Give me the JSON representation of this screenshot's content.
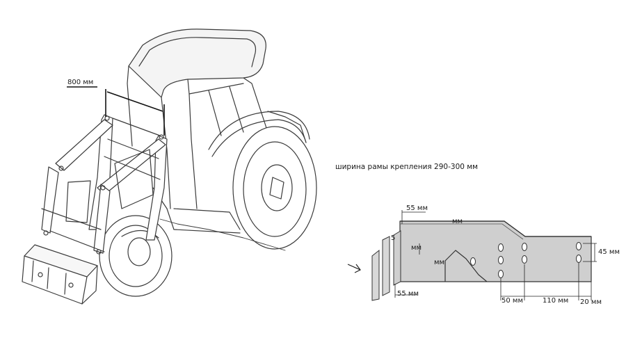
{
  "figure": {
    "caption": "ширина рамы крепления 290-300 мм",
    "dimensions": {
      "loader_width": "800 мм",
      "top_offset": "55 мм",
      "top_edge": "мм",
      "inner_height": "мм",
      "inner_depth": "мм",
      "bottom_offset": "55 мм",
      "hole_height": "45 мм",
      "hole_spacing_1": "50 мм",
      "hole_spacing_2": "110 мм",
      "edge_spacing": "20 мм",
      "small_mark": "5"
    }
  }
}
